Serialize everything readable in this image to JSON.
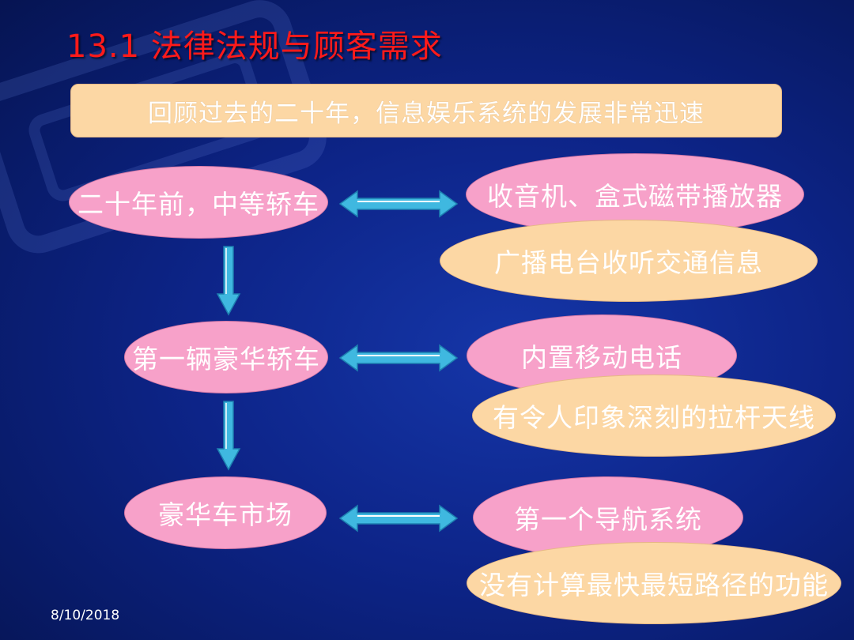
{
  "slide": {
    "title": "13.1 法律法规与顾客需求",
    "banner": "回顾过去的二十年，信息娱乐系统的发展非常迅速",
    "date": "8/10/2018"
  },
  "left_nodes": [
    "二十年前，中等轿车",
    "第一辆豪华轿车",
    "豪华车市场"
  ],
  "right_nodes": [
    "收音机、盒式磁带播放器",
    "广播电台收听交通信息",
    "内置移动电话",
    "有令人印象深刻的拉杆天线",
    "第一个导航系统",
    "没有计算最快最短路径的功能"
  ],
  "colors": {
    "background": "#0d2488",
    "title": "#ff1a1a",
    "pink_node": "#f7a1c9",
    "peach_node": "#fcd7a4",
    "arrow": "#3fb8e0"
  }
}
